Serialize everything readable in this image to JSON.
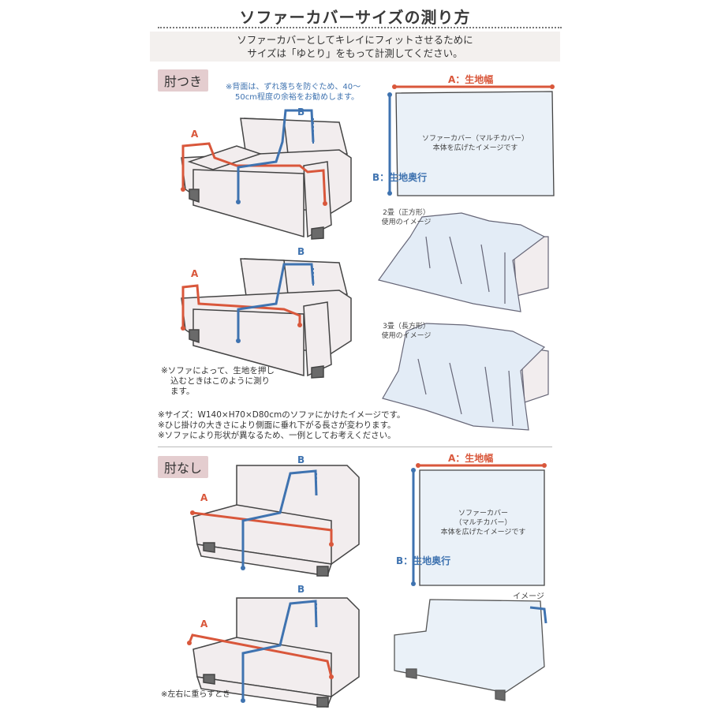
{
  "header": {
    "title": "ソファーカバーサイズの測り方",
    "subtitle_line1": "ソファーカバーとしてキレイにフィットさせるために",
    "subtitle_line2": "サイズは「ゆとり」をもって計測してください。"
  },
  "armrest_section": {
    "tag": "肘つき",
    "back_note_line1": "※背面は、ずれ落ちを防ぐため、40〜",
    "back_note_line2": "50cm程度の余裕をお勧めします。",
    "label_a": "A",
    "label_b": "B",
    "cover_width_label": "A：生地幅",
    "cover_depth_label": "B：生地奥行",
    "cover_caption_line1": "ソファーカバー（マルチカバー）",
    "cover_caption_line2": "本体を広げたイメージです",
    "example1_line1": "2畳（正方形）",
    "example1_line2": "使用のイメージ",
    "example2_line1": "3畳（長方形）",
    "example2_line2": "使用のイメージ",
    "tuck_note_line1": "※ソファによって、生地を押し",
    "tuck_note_line2": "込むときはこのように測り",
    "tuck_note_line3": "ます。",
    "footnote1": "※サイズ：W140×H70×D80cmのソファにかけたイメージです。",
    "footnote2": "※ひじ掛けの大きさにより側面に垂れ下がる長さが変わります。",
    "footnote3": "※ソファにより形状が異なるため、一例としてお考えください。"
  },
  "armless_section": {
    "tag": "肘なし",
    "label_a": "A",
    "label_b": "B",
    "cover_width_label": "A：生地幅",
    "cover_depth_label": "B：生地奥行",
    "cover_caption_line1": "ソファーカバー",
    "cover_caption_line2": "（マルチカバー）",
    "cover_caption_line3": "本体を広げたイメージです",
    "image_label": "イメージ",
    "overlap_note": "※左右に重らすとき"
  },
  "colors": {
    "measure_a": "#d9573b",
    "measure_b": "#3f73b0",
    "sofa_fill": "#f2edee",
    "cover_fill": "#eaf1f8",
    "tag_bg": "#e4cdcf"
  }
}
